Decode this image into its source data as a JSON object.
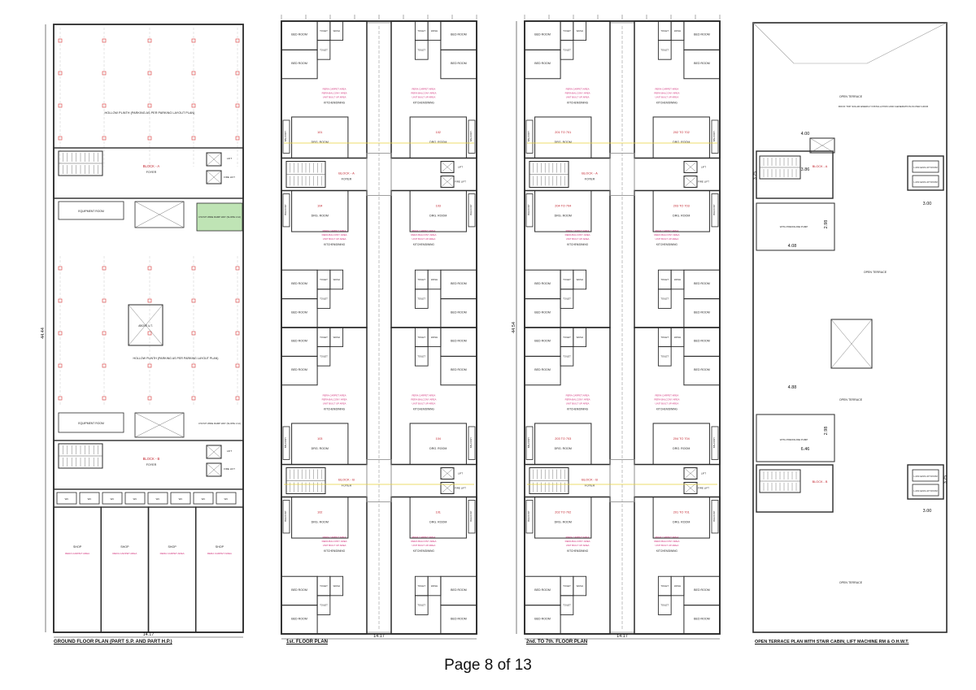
{
  "page": {
    "number_label": "Page 8 of 13"
  },
  "colors": {
    "wall": "#2a2a2a",
    "thin": "#555555",
    "pink": "#d0307a",
    "red": "#c0202a",
    "yellow": "#e8d23a",
    "green": "#bfe4b5"
  },
  "plans": {
    "ground": {
      "title": "GROUND FLOOR PLAN (PART S.P. AND PART H.P.)",
      "top_area": "HOLLOW PLINTH (PARKING AS PER PARKING LAYOUT PLAN)",
      "mid_area": "HOLLOW PLINTH (PARKING AS PER PARKING LAYOUT PLAN)",
      "block_a": "BLOCK - A",
      "block_b": "BLOCK - B",
      "foyer": "FOYER",
      "lift": "LIFT",
      "fire_lift": "FIRE LIFT",
      "equipment": "EQUIPMENT ROOM",
      "ramp": "3.50 MT WIDE RAMP WAY (SLOPE 1:12)",
      "ugt": "ABOVE U.T.",
      "dim_width": "14.17",
      "dim_height": "44.44",
      "shops": [
        {
          "label": "SHOP",
          "area": "RERA CARPET AREA"
        },
        {
          "label": "SHOP",
          "area": "RERA CARPET AREA"
        },
        {
          "label": "SHOP",
          "area": "RERA CARPET AREA"
        },
        {
          "label": "SHOP",
          "area": "RERA CARPET AREA"
        }
      ]
    },
    "first": {
      "title": "1st. FLOOR PLAN",
      "dim_width": "14.17",
      "flats_upper": [
        "101",
        "102"
      ],
      "flats_upper_mid": [
        "104",
        "103"
      ],
      "flats_lower_mid": [
        "103",
        "104"
      ],
      "flats_lower": [
        "102",
        "101"
      ]
    },
    "typical": {
      "title": "2nd. TO 7th. FLOOR PLAN",
      "dim_width": "14.17",
      "dim_height": "44.54",
      "flats_upper": [
        "201 TO 701",
        "202 TO 702"
      ],
      "flats_upper_mid": [
        "204 TO 704",
        "203 TO 703"
      ],
      "flats_lower_mid": [
        "203 TO 703",
        "204 TO 704"
      ],
      "flats_lower": [
        "202 TO 702",
        "201 TO 701"
      ]
    },
    "terrace": {
      "title": "OPEN TERRACE PLAN WITH STAIR CABIN, LIFT MACHINE RM & O.H.W.T.",
      "open_terrace": "OPEN TERRACE",
      "lift_room": "L.M.R.LESS LIFT ROOM",
      "solar_note": "ROOF TOP SOLAR ENERGY INSTALLATION AND GENERATION AS PER GDCR",
      "pump": "WITH PRESSURE PUMP",
      "dims": [
        "4.00",
        "3.86",
        "3.75",
        "3.00",
        "4.08",
        "2.98",
        "4.88",
        "2.98",
        "6.46",
        "3.75",
        "3.00"
      ]
    }
  },
  "room_labels": {
    "bed": "BED ROOM",
    "drg": "DRG. ROOM",
    "kitchen": "KITCHEN/DINING",
    "toilet": "TOILET",
    "wash": "WASH",
    "balcony": "BALCONY",
    "wc": "WC"
  },
  "rera_labels": [
    "RERA CARPET AREA",
    "RERA BALCONY AREA",
    "UNIT BUILT UP AREA"
  ]
}
